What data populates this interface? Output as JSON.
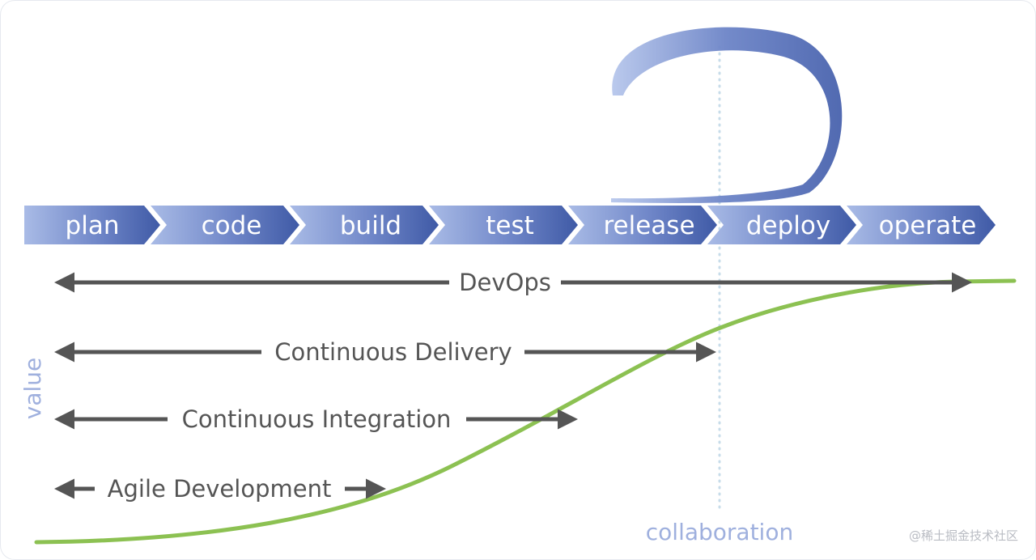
{
  "pipeline": {
    "stages": [
      {
        "label": "plan"
      },
      {
        "label": "code"
      },
      {
        "label": "build"
      },
      {
        "label": "test"
      },
      {
        "label": "release"
      },
      {
        "label": "deploy"
      },
      {
        "label": "operate"
      }
    ]
  },
  "scopes": {
    "devops": "DevOps",
    "continuous_delivery": "Continuous Delivery",
    "continuous_integration": "Continuous Integration",
    "agile_development": "Agile Development"
  },
  "axes": {
    "y_label": "value",
    "x_label": "collaboration"
  },
  "watermark": "@稀土掘金技术社区",
  "colors": {
    "stage_dark": "#3f5aa6",
    "stage_light": "#a9bbe6",
    "loop_dark": "#4862ad",
    "loop_light": "#b7c7ec",
    "value_curve": "#8cc152",
    "scope_arrow": "#555555",
    "axis_text": "#9fb0de",
    "divider": "#c7dcea"
  },
  "icons": [
    "feedback-loop-icon",
    "double-headed-arrow-icon"
  ]
}
